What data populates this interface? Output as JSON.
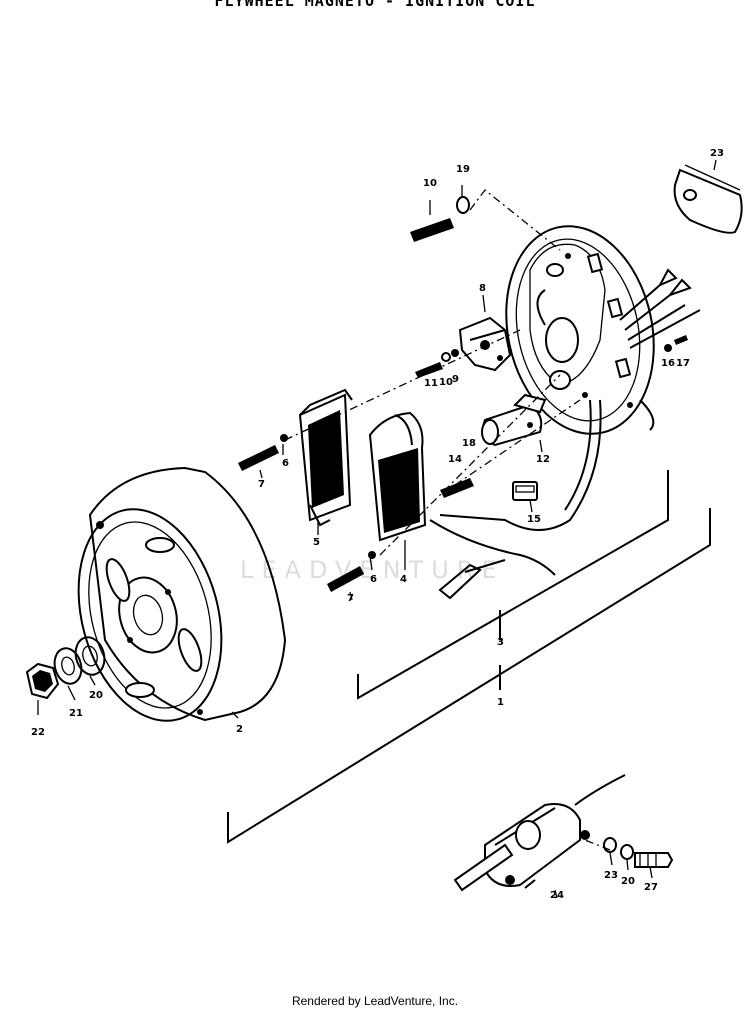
{
  "title": "FLYWHEEL MAGNETO - IGNITION COIL",
  "footer": "Rendered by LeadVenture, Inc.",
  "watermark": "LEADVENTURE",
  "callouts": {
    "c1": "1",
    "c2": "2",
    "c3": "3",
    "c4": "4",
    "c5": "5",
    "c6a": "6",
    "c6b": "6",
    "c7a": "7",
    "c7b": "7",
    "c8": "8",
    "c9": "9",
    "c10a": "10",
    "c10b": "10",
    "c11": "11",
    "c12": "12",
    "c14": "14",
    "c15": "15",
    "c16": "16",
    "c17": "17",
    "c18": "18",
    "c19": "19",
    "c20a": "20",
    "c20b": "20",
    "c21": "21",
    "c22": "22",
    "c23a": "23",
    "c23b": "23",
    "c24": "24",
    "c27": "27"
  },
  "colors": {
    "ink": "#000000",
    "paper": "#ffffff",
    "watermark": "#dcdcdc"
  }
}
